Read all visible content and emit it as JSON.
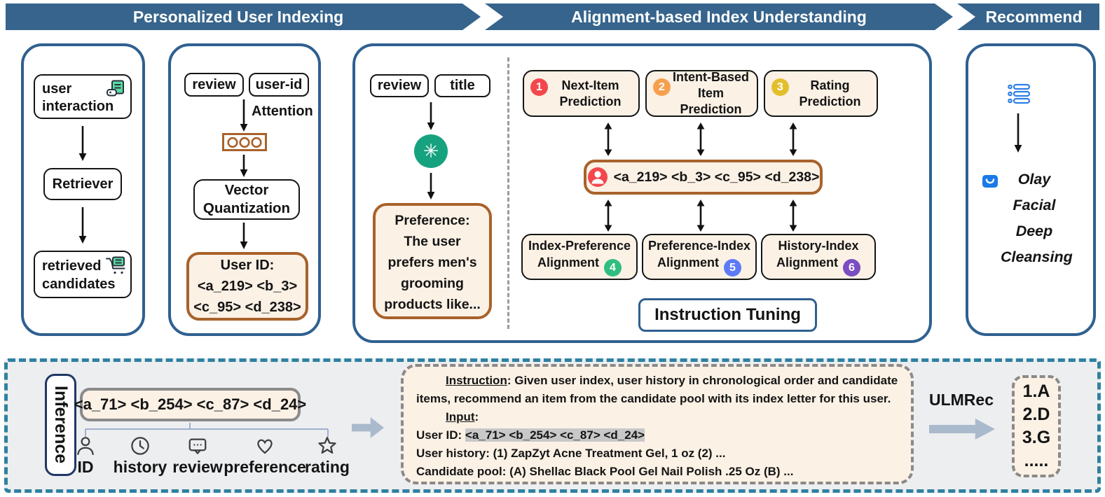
{
  "banner": {
    "sections": [
      {
        "label": "Personalized User Indexing"
      },
      {
        "label": "Alignment-based Index Understanding"
      },
      {
        "label": "Recommend"
      }
    ]
  },
  "colors": {
    "banner_blue": "#36648C",
    "panel_border_blue": "#2F6090",
    "cream": "#FBF1E5",
    "brown_accent": "#A8622B",
    "teal_dash": "#2F81A2",
    "gpt_green": "#17A27F",
    "icon_blue": "#2E7FE8",
    "user_red": "#F2484D",
    "arrow_gray": "#A9BACC"
  },
  "icons": {
    "gpt_glyph": "✳"
  },
  "retrieval": {
    "user_interaction_label": "user interaction",
    "retriever_label": "Retriever",
    "retrieved_candidates_label": "retrieved candidates"
  },
  "quantization": {
    "review_label": "review",
    "user_id_chip_label": "user-id",
    "attention_label": "Attention",
    "vector_quantization_label": "Vector Quantization",
    "user_id_box": {
      "title": "User ID:",
      "line1": "<a_219> <b_3>",
      "line2": "<c_95> <d_238>"
    }
  },
  "understanding": {
    "review_label": "review",
    "title_label": "title",
    "preference_box": {
      "title": "Preference:",
      "body": "The user prefers men's grooming products like..."
    },
    "tasks_top": [
      {
        "num": "1",
        "label": "Next-Item Prediction",
        "color": "#F2484D"
      },
      {
        "num": "2",
        "label": "Intent-Based Item Prediction",
        "color": "#F6A04E"
      },
      {
        "num": "3",
        "label": "Rating Prediction",
        "color": "#E3BF2D"
      }
    ],
    "user_tokens": "<a_219> <b_3> <c_95> <d_238>",
    "tasks_bottom": [
      {
        "line1": "Index-Preference",
        "line2": "Alignment",
        "num": "4",
        "color": "#30BE80"
      },
      {
        "line1": "Preference-Index",
        "line2": "Alignment",
        "num": "5",
        "color": "#5E7BF7"
      },
      {
        "line1": "History-Index",
        "line2": "Alignment",
        "num": "6",
        "color": "#7A4EC0"
      }
    ],
    "instruction_tuning_label": "Instruction Tuning"
  },
  "recommend": {
    "product_lines": [
      "Olay",
      "Facial",
      "Deep",
      "Cleansing"
    ]
  },
  "inference": {
    "section_label": "Inference",
    "index_tokens": "<a_71> <b_254> <c_87> <d_24>",
    "aspects": [
      {
        "label": "ID"
      },
      {
        "label": "history"
      },
      {
        "label": "review"
      },
      {
        "label": "preference"
      },
      {
        "label": "rating"
      }
    ],
    "prompt": {
      "instruction_label": "Instruction",
      "instruction_rest": ": Given user index, user history in chronological order and candidate items, recommend an item from the candidate pool with its index letter for this user.",
      "input_label": "Input",
      "input_colon": ":",
      "user_id_prefix": "User ID: ",
      "user_id_tokens": "<a_71> <b_254> <c_87> <d_24>",
      "history_line": "User history: (1) ZapZyt Acne Treatment Gel, 1 oz (2) ...",
      "candidate_line": "Candidate pool: (A) Shellac Black Pool Gel Nail Polish .25 Oz (B) ..."
    },
    "model_label": "ULMRec",
    "outputs": [
      "1.A",
      "2.D",
      "3.G",
      "....."
    ]
  }
}
